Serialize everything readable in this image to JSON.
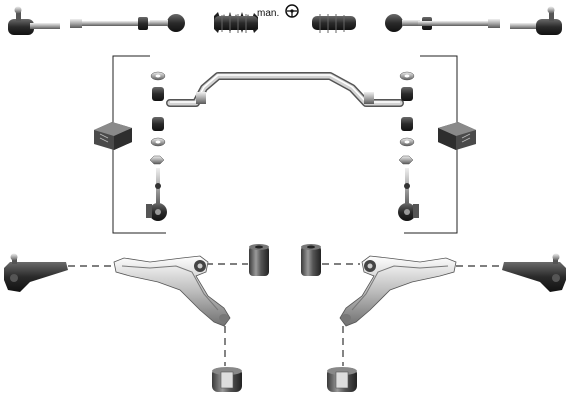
{
  "steering": {
    "label": "man.",
    "icon": "steering-wheel-icon"
  },
  "parts": [
    "tie-rod-end-left",
    "tie-rod-left",
    "steering-boot-left",
    "steering-boot-right",
    "tie-rod-right",
    "tie-rod-end-right",
    "stabilizer-bar",
    "stabilizer-link-kit-left",
    "stabilizer-link-kit-right",
    "mounting-kit-left",
    "mounting-kit-right",
    "ball-joint-left",
    "ball-joint-right",
    "control-arm-left",
    "control-arm-right",
    "bushing-front-left",
    "bushing-front-right",
    "bushing-rear-left",
    "bushing-rear-right"
  ],
  "colors": {
    "part-dark": "#2b2b2b",
    "part-mid": "#8a8a8a",
    "part-light": "#d9d9d9",
    "line": "#333333"
  }
}
